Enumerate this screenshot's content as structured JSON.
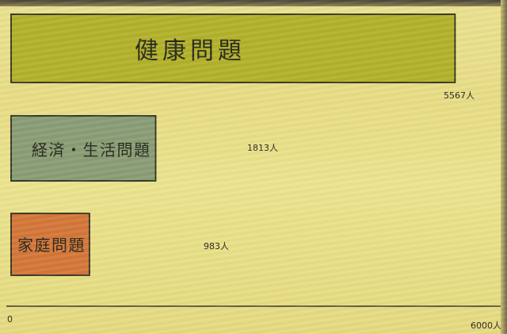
{
  "chart_data": {
    "type": "bar",
    "orientation": "horizontal",
    "categories": [
      "健康問題",
      "経済・生活問題",
      "家庭問題"
    ],
    "values": [
      5567,
      1813,
      983
    ],
    "value_labels": [
      "5567人",
      "1813人",
      "983人"
    ],
    "xlim": [
      0,
      6000
    ],
    "x_tick_labels": [
      "0",
      "6000人"
    ],
    "grid": false,
    "legend": "none",
    "colors": [
      "#b3b22c",
      "#8a9e76",
      "#d5783a"
    ]
  }
}
